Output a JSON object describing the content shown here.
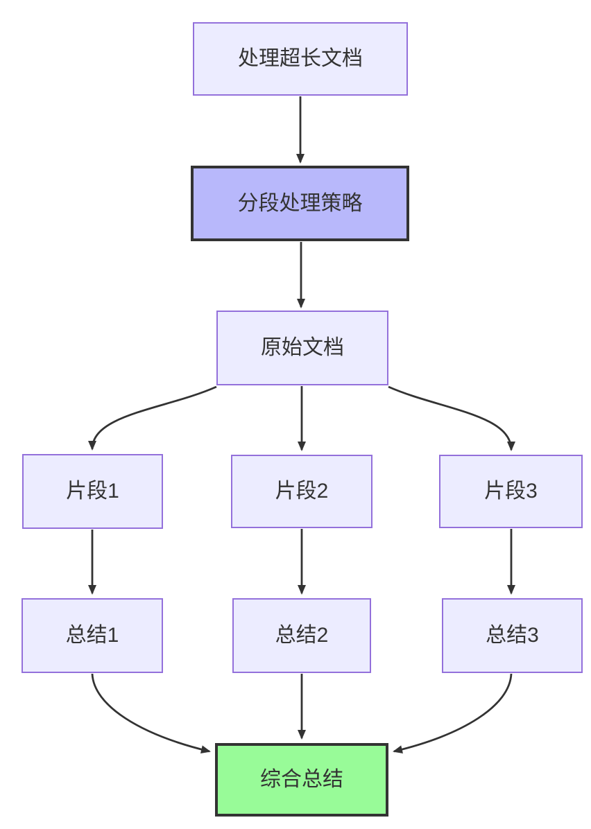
{
  "diagram": {
    "type": "flowchart",
    "direction": "top-to-bottom",
    "nodes": [
      {
        "id": "A",
        "label": "处理超长文档",
        "style": "default"
      },
      {
        "id": "B",
        "label": "分段处理策略",
        "style": "highlight"
      },
      {
        "id": "C",
        "label": "原始文档",
        "style": "default"
      },
      {
        "id": "F1",
        "label": "片段1",
        "style": "default"
      },
      {
        "id": "F2",
        "label": "片段2",
        "style": "default"
      },
      {
        "id": "F3",
        "label": "片段3",
        "style": "default"
      },
      {
        "id": "S1",
        "label": "总结1",
        "style": "default"
      },
      {
        "id": "S2",
        "label": "总结2",
        "style": "default"
      },
      {
        "id": "S3",
        "label": "总结3",
        "style": "default"
      },
      {
        "id": "Z",
        "label": "综合总结",
        "style": "success"
      }
    ],
    "edges": [
      {
        "from": "A",
        "to": "B"
      },
      {
        "from": "B",
        "to": "C"
      },
      {
        "from": "C",
        "to": "F1"
      },
      {
        "from": "C",
        "to": "F2"
      },
      {
        "from": "C",
        "to": "F3"
      },
      {
        "from": "F1",
        "to": "S1"
      },
      {
        "from": "F2",
        "to": "S2"
      },
      {
        "from": "F3",
        "to": "S3"
      },
      {
        "from": "S1",
        "to": "Z"
      },
      {
        "from": "S2",
        "to": "Z"
      },
      {
        "from": "S3",
        "to": "Z"
      }
    ]
  },
  "colors": {
    "node_fill": "#ececff",
    "node_border": "#9370db",
    "highlight_fill": "#b8b8fb",
    "success_fill": "#98fb98",
    "strong_border": "#333333",
    "edge_color": "#333333",
    "text_color": "#333333",
    "background": "#ffffff"
  }
}
